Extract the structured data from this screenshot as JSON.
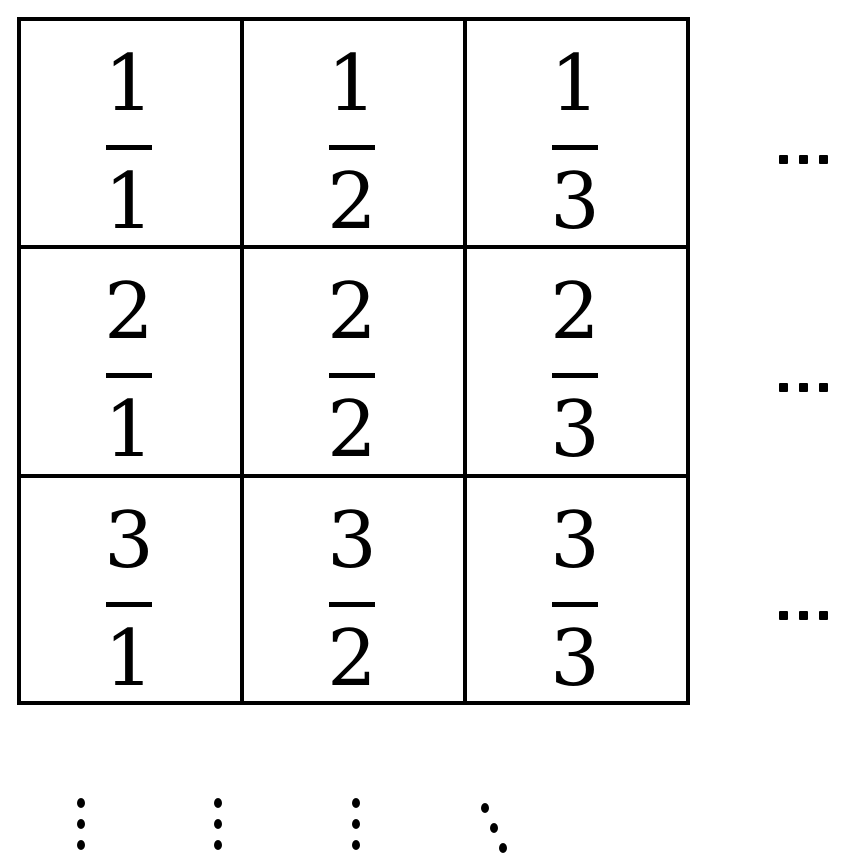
{
  "matrix": {
    "rows": [
      [
        {
          "num": "1",
          "den": "1"
        },
        {
          "num": "1",
          "den": "2"
        },
        {
          "num": "1",
          "den": "3"
        }
      ],
      [
        {
          "num": "2",
          "den": "1"
        },
        {
          "num": "2",
          "den": "2"
        },
        {
          "num": "2",
          "den": "3"
        }
      ],
      [
        {
          "num": "3",
          "den": "1"
        },
        {
          "num": "3",
          "den": "2"
        },
        {
          "num": "3",
          "den": "3"
        }
      ]
    ],
    "row_continuation": "⋯",
    "column_continuation": "⋮",
    "diagonal_continuation": "⋱"
  }
}
